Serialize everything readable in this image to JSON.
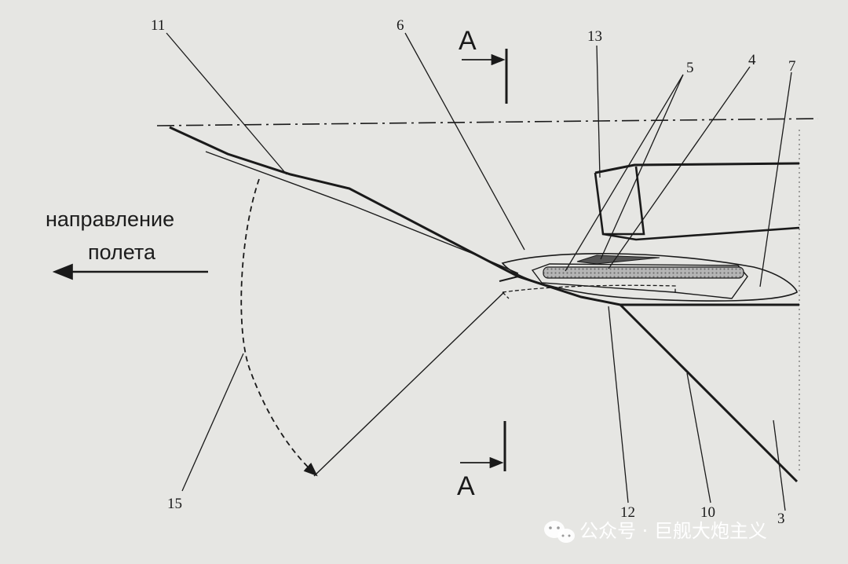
{
  "diagram": {
    "callouts": [
      "11",
      "6",
      "13",
      "5",
      "4",
      "7",
      "15",
      "12",
      "10",
      "3"
    ],
    "section_marker": {
      "top_label": "A",
      "bottom_label": "A"
    },
    "direction": {
      "line1": "направление",
      "line2": "полета"
    }
  },
  "watermark": {
    "text": "公众号 · 巨舰大炮主义",
    "icon": "wechat-icon"
  },
  "colors": {
    "background": "#e6e6e3",
    "ink": "#1a1a1a",
    "hatch": "#8c8c8c"
  }
}
